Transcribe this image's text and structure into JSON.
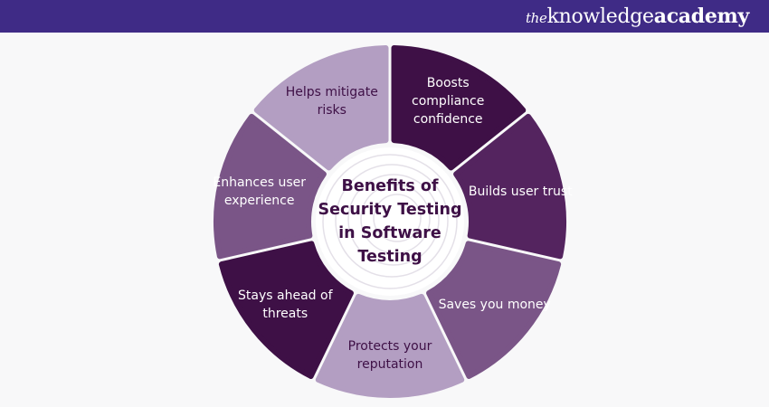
{
  "brand": {
    "prefix": "the",
    "name": "knowledge",
    "suffix": "academy",
    "bar_color": "#3f2b86"
  },
  "diagram": {
    "title": "Benefits of Security Testing in Software Testing",
    "segments": [
      {
        "label": "Boosts compliance confidence",
        "color": "#3e1046",
        "text_color": "#ffffff"
      },
      {
        "label": "Builds user trust",
        "color": "#54245f",
        "text_color": "#ffffff"
      },
      {
        "label": "Saves you money",
        "color": "#7a5587",
        "text_color": "#ffffff"
      },
      {
        "label": "Protects your reputation",
        "color": "#b39ec2",
        "text_color": "#3e1046"
      },
      {
        "label": "Stays ahead of threats",
        "color": "#3e1046",
        "text_color": "#ffffff"
      },
      {
        "label": "Enhances user experience",
        "color": "#7a5587",
        "text_color": "#ffffff"
      },
      {
        "label": "Helps mitigate risks",
        "color": "#b39ec2",
        "text_color": "#3e1046"
      }
    ]
  }
}
